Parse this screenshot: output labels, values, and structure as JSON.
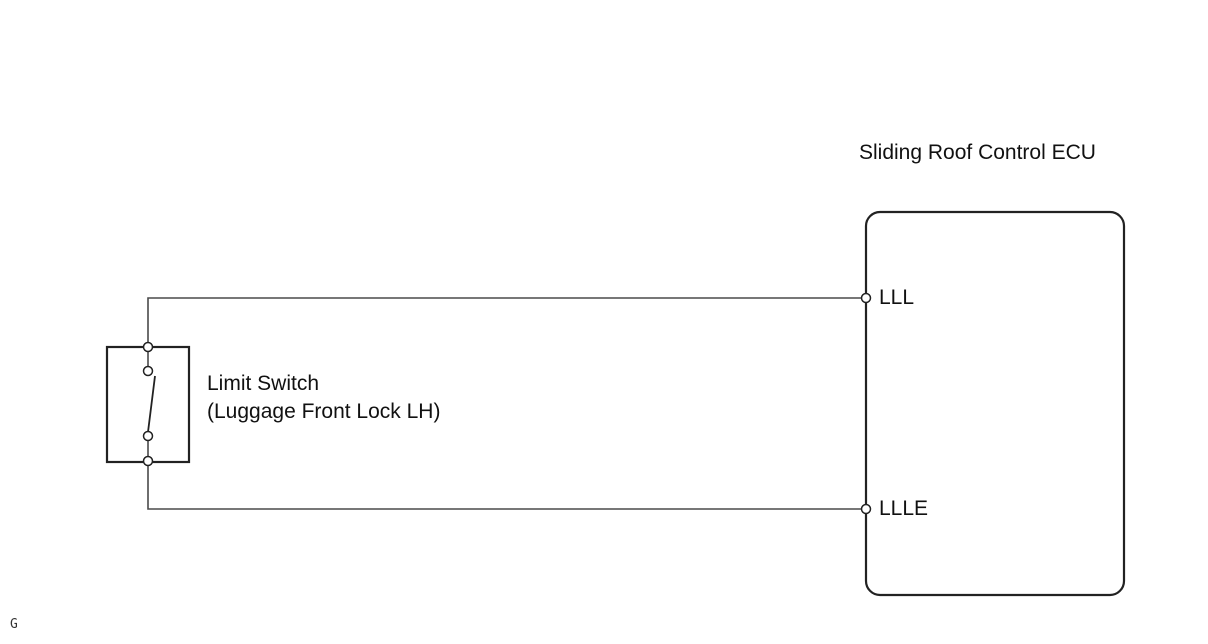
{
  "ecu": {
    "title": "Sliding Roof Control ECU",
    "pins": [
      "LLL",
      "LLLE"
    ]
  },
  "switch": {
    "name": "Limit Switch",
    "subtitle": "(Luggage Front Lock LH)"
  },
  "footer": {
    "code": "G"
  },
  "colors": {
    "line": "#4a4a4a",
    "box_stroke": "#222222",
    "terminal_fill": "#ffffff",
    "background": "#ffffff"
  }
}
